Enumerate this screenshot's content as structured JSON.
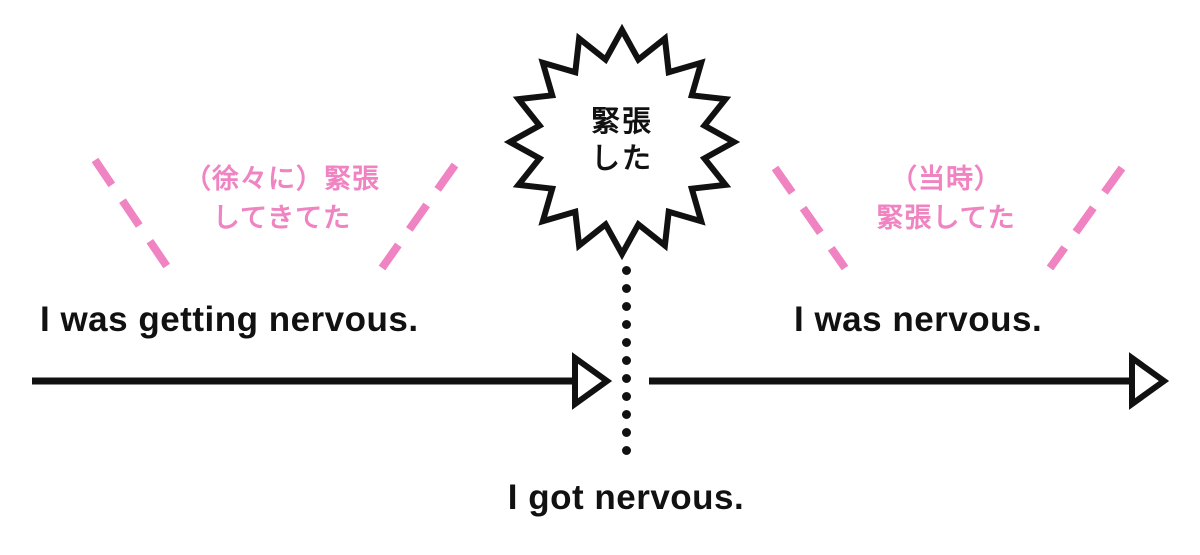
{
  "colors": {
    "pink": "#f083c1",
    "black": "#111111",
    "background": "#ffffff"
  },
  "burst": {
    "line1": "緊張",
    "line2": "した"
  },
  "annotations": {
    "left": {
      "line1": "（徐々に）緊張",
      "line2": "してきてた"
    },
    "right": {
      "line1": "（当時）",
      "line2": "緊張してた"
    }
  },
  "sentences": {
    "left": "I was getting nervous.",
    "right": "I was nervous.",
    "bottom": "I got nervous."
  }
}
